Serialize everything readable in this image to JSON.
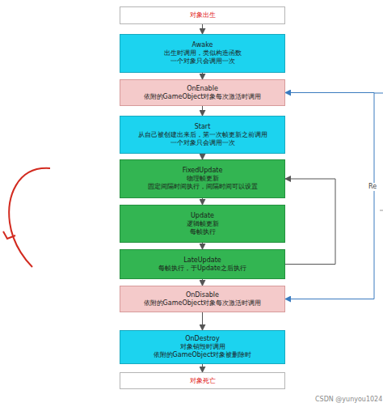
{
  "diagram": {
    "nodes": [
      {
        "text": [
          "对象出生"
        ]
      },
      {
        "text": [
          "Awake",
          "出生时调用，类似构造函数",
          "一个对象只会调用一次"
        ]
      },
      {
        "text": [
          "OnEnable",
          "依附的GameObject对象每次激活时调用"
        ]
      },
      {
        "text": [
          "Start",
          "从自己被创建出来后，第一次帧更新之前调用",
          "一个对象只会调用一次"
        ]
      },
      {
        "text": [
          "FixedUpdate",
          "物理帧更新",
          "固定间隔时间执行，间隔时间可以设置"
        ]
      },
      {
        "text": [
          "Update",
          "逻辑帧更新",
          "每帧执行"
        ]
      },
      {
        "text": [
          "LateUpdate",
          "每帧执行，于Update之后执行"
        ]
      },
      {
        "text": [
          "OnDisable",
          "依附的GameObject对象每次激活时调用"
        ]
      },
      {
        "text": [
          "OnDestroy",
          "对象销毁时调用",
          "依附的GameObject对象被删除时"
        ]
      },
      {
        "text": [
          "对象死亡"
        ]
      }
    ],
    "edges": [
      {
        "from": 0,
        "to": 1,
        "arrow": "to"
      },
      {
        "from": 1,
        "to": 2,
        "arrow": "to"
      },
      {
        "from": 2,
        "to": 3,
        "arrow": "to"
      },
      {
        "from": 3,
        "to": 4,
        "arrow": "to"
      },
      {
        "from": 4,
        "to": 5,
        "arrow": "to"
      },
      {
        "from": 5,
        "to": 6,
        "arrow": "to"
      },
      {
        "from": 6,
        "to": 7,
        "arrow": "to"
      },
      {
        "from": 7,
        "to": 8,
        "arrow": "to"
      },
      {
        "from": 8,
        "to": 9,
        "arrow": "to"
      },
      {
        "from": 6,
        "to": 4,
        "arrow": "to"
      },
      {
        "from": 7,
        "to": 2,
        "arrow": "both"
      }
    ],
    "labels": [
      "Re",
      "CSDN @yunyou1024"
    ]
  }
}
